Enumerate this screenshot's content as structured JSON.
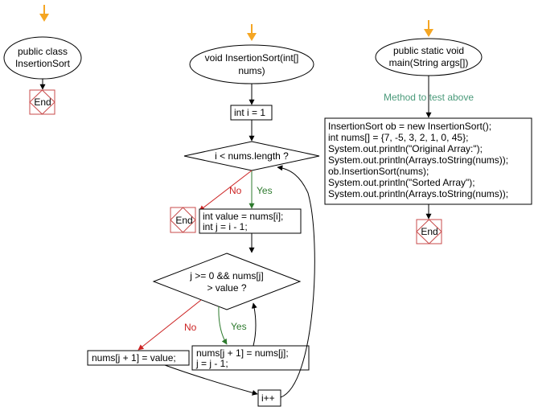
{
  "colors": {
    "start_arrow": "#f5a623",
    "yes": "#2d7a2d",
    "no": "#cc2222",
    "note": "#4a9a7a",
    "end_border": "#c84b4b"
  },
  "class_column": {
    "class_node": [
      "public class",
      "InsertionSort"
    ],
    "end_label": "End"
  },
  "sort_column": {
    "method_node": [
      "void InsertionSort(int[]",
      "nums)"
    ],
    "init": "int i = 1",
    "outer_condition": "i < nums.length ?",
    "outer_yes": "Yes",
    "outer_no": "No",
    "end_label": "End",
    "loop_setup": [
      "int value = nums[i];",
      "int j = i - 1;"
    ],
    "inner_condition": [
      "j >= 0 && nums[j]",
      "> value ?"
    ],
    "inner_yes": "Yes",
    "inner_no": "No",
    "insert_step": "nums[j + 1] = value;",
    "shift_step": [
      "nums[j + 1] = nums[j];",
      "j = j - 1;"
    ],
    "increment": "i++"
  },
  "main_column": {
    "main_node": [
      "public static void",
      "main(String args[])"
    ],
    "note": "Method to test above",
    "code_block": [
      "InsertionSort ob = new InsertionSort();",
      "int nums[] = {7, -5, 3, 2, 1, 0, 45};",
      "System.out.println(\"Original Array:\");",
      "System.out.println(Arrays.toString(nums));",
      "ob.InsertionSort(nums);",
      "System.out.println(\"Sorted Array\");",
      "System.out.println(Arrays.toString(nums));"
    ],
    "end_label": "End"
  }
}
